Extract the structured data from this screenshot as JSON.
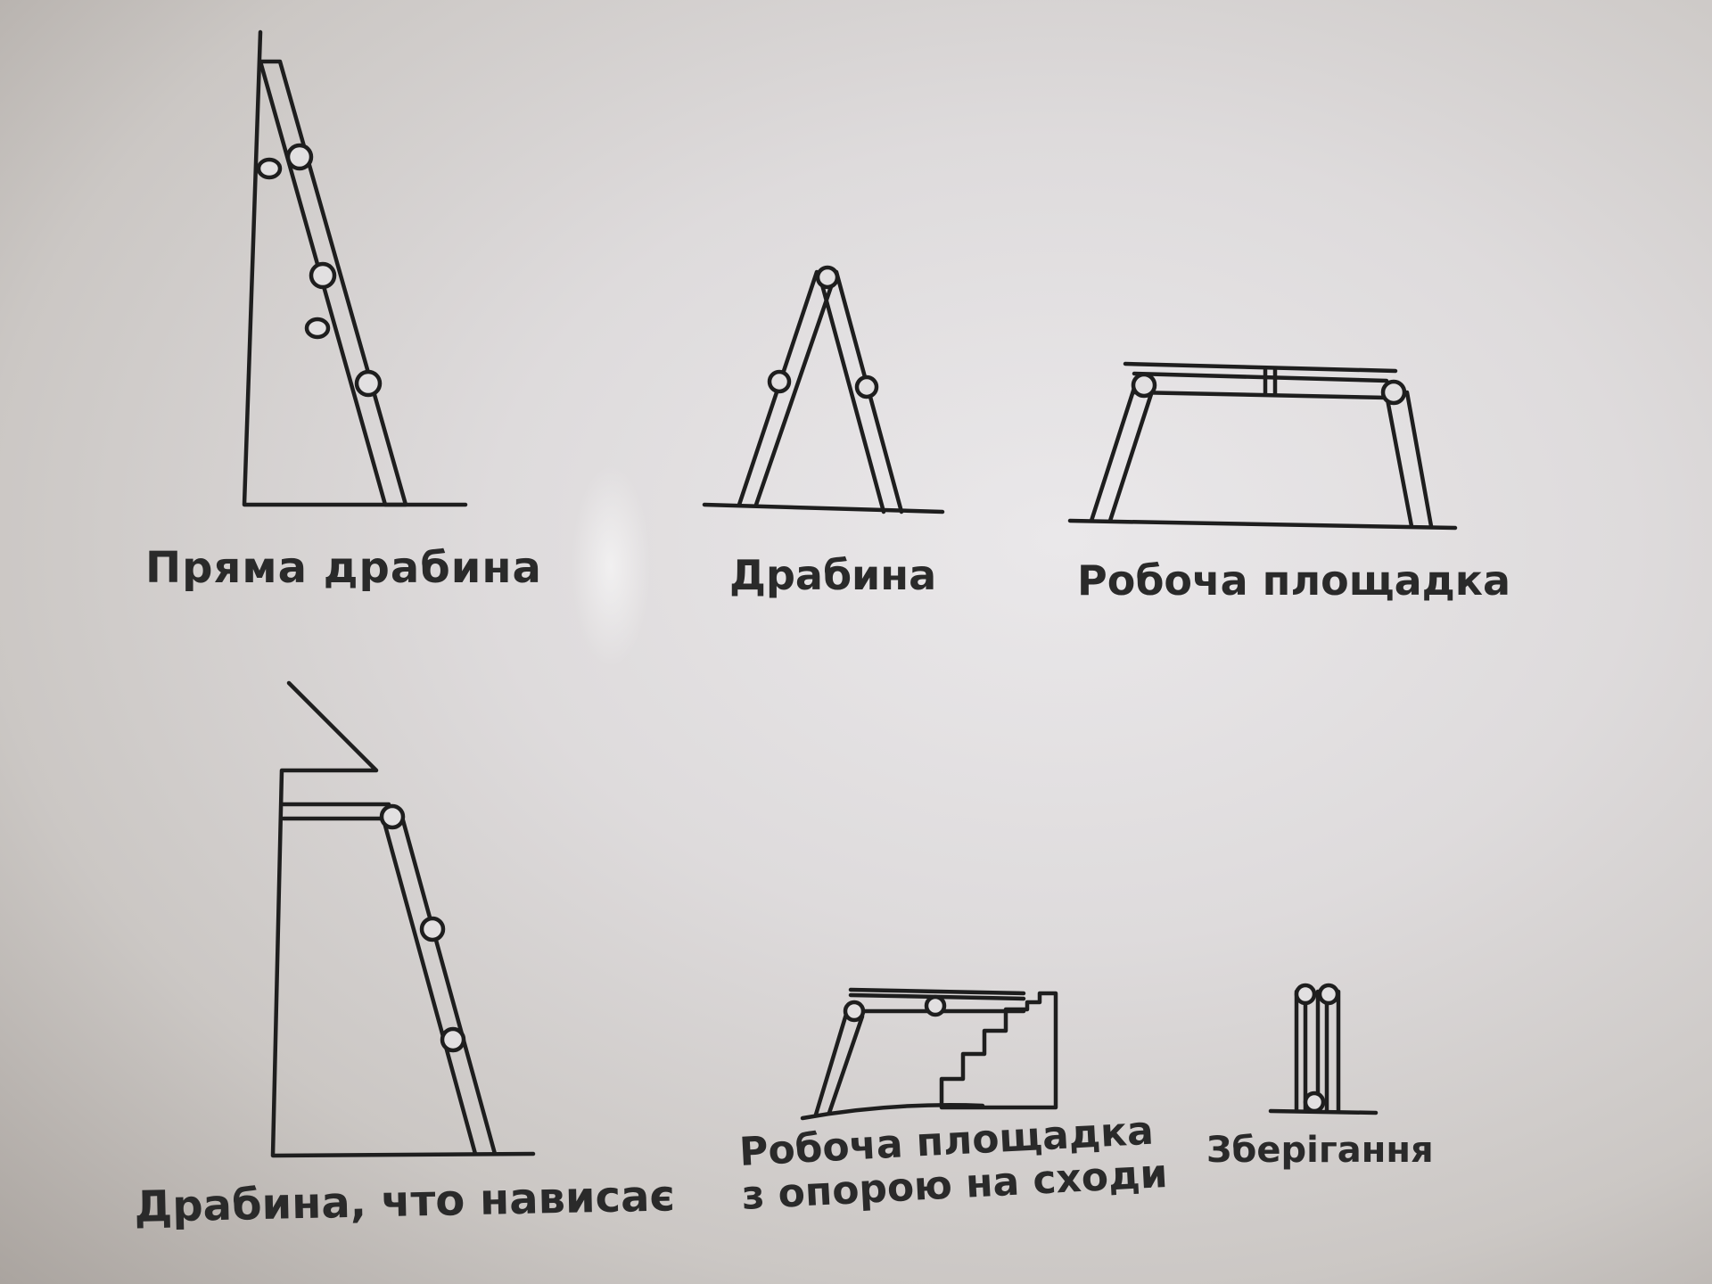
{
  "figures": [
    {
      "id": "straight-ladder",
      "caption": "Пряма драбина"
    },
    {
      "id": "stepladder",
      "caption": "Драбина"
    },
    {
      "id": "work-platform",
      "caption": "Робоча площадка"
    },
    {
      "id": "overhanging-ladder",
      "caption": "Драбина, что нависає"
    },
    {
      "id": "stair-platform",
      "caption_lines": [
        "Робоча площадка",
        "з опорою на сходи"
      ]
    },
    {
      "id": "storage",
      "caption": "Зберігання"
    }
  ]
}
